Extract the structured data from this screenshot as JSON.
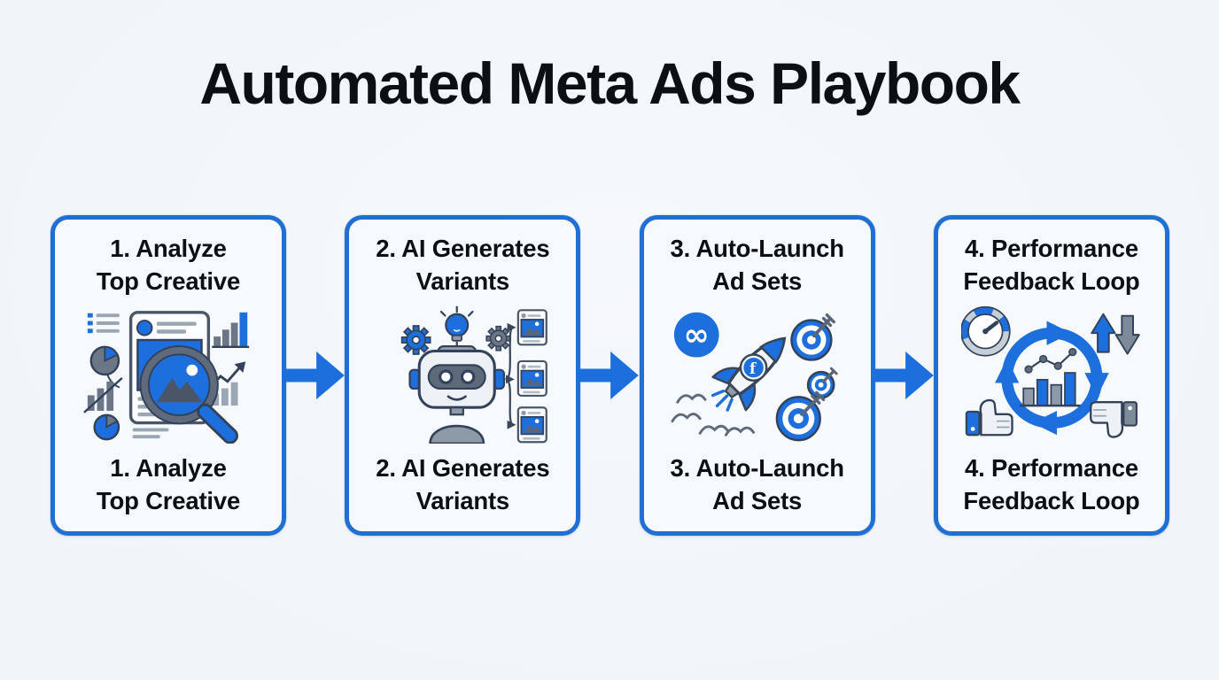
{
  "title": "Automated Meta Ads Playbook",
  "colors": {
    "accent_blue": "#1c6fdd",
    "box_border_blue": "#1f6fd4",
    "background": "#f1f5f9",
    "box_background": "#f7fafd",
    "text": "#0d1013",
    "icon_gray": "#6b7787",
    "icon_outline": "#33425a"
  },
  "steps": [
    {
      "label_line1": "1. Analyze",
      "label_line2": "Top Creative",
      "icon": "creative-analysis-magnifier-icon"
    },
    {
      "label_line1": "2. AI Generates",
      "label_line2": "Variants",
      "icon": "ai-robot-variants-icon"
    },
    {
      "label_line1": "3. Auto-Launch",
      "label_line2": "Ad Sets",
      "icon": "meta-rocket-targets-icon"
    },
    {
      "label_line1": "4. Performance",
      "label_line2": "Feedback Loop",
      "icon": "performance-feedback-loop-icon"
    }
  ],
  "connectors": {
    "arrow_icon": "flow-arrow-right-icon",
    "direction": "right",
    "count": 3
  },
  "meta_logo_glyph": "∞",
  "facebook_glyph": "f"
}
